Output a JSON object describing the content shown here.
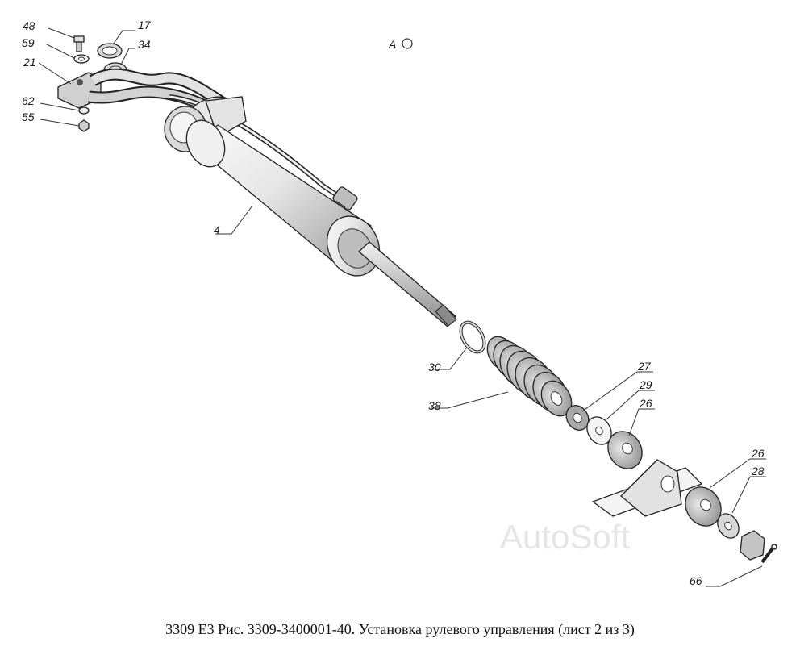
{
  "caption": "3309 Е3  Рис. 3309-3400001-40. Установка рулевого управления (лист 2 из 3)",
  "view_marker": "А",
  "watermark": "AutoSoft",
  "callouts": [
    {
      "id": "48",
      "text": "48"
    },
    {
      "id": "59",
      "text": "59"
    },
    {
      "id": "21",
      "text": "21"
    },
    {
      "id": "62",
      "text": "62"
    },
    {
      "id": "55",
      "text": "55"
    },
    {
      "id": "17",
      "text": "17"
    },
    {
      "id": "34",
      "text": "34"
    },
    {
      "id": "4",
      "text": "4"
    },
    {
      "id": "30",
      "text": "30"
    },
    {
      "id": "38",
      "text": "38"
    },
    {
      "id": "27",
      "text": "27"
    },
    {
      "id": "29",
      "text": "29"
    },
    {
      "id": "26a",
      "text": "26"
    },
    {
      "id": "26b",
      "text": "26"
    },
    {
      "id": "28",
      "text": "28"
    },
    {
      "id": "66",
      "text": "66"
    }
  ]
}
